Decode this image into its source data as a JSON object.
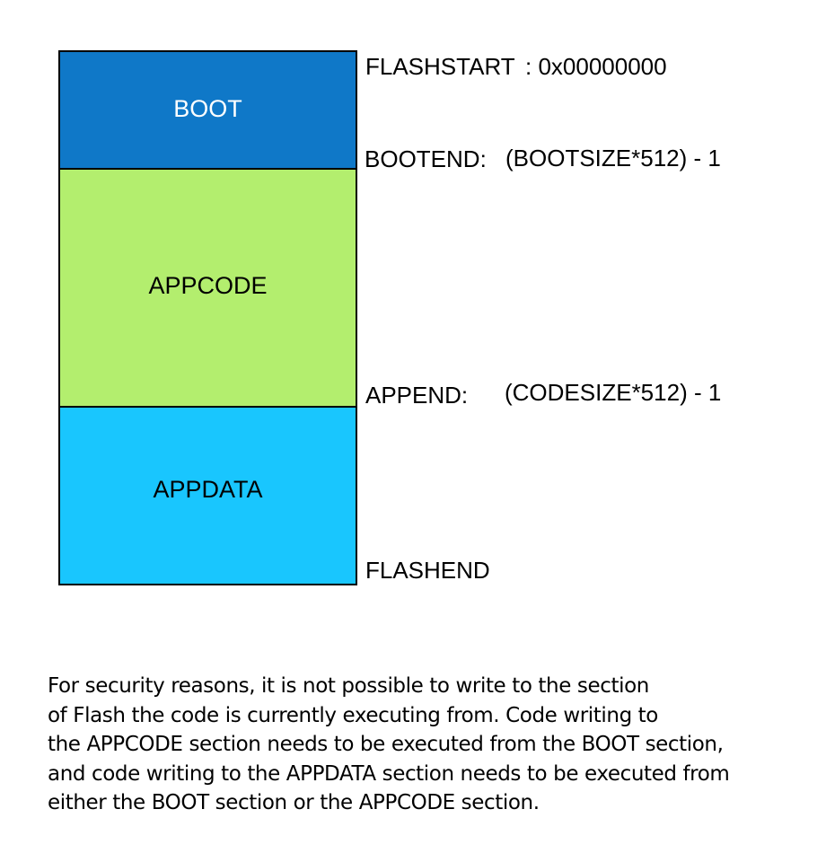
{
  "blocks": {
    "boot": "BOOT",
    "appcode": "APPCODE",
    "appdata": "APPDATA"
  },
  "addresses": {
    "flashstart_label": "FLASHSTART",
    "flashstart_value": ": 0x00000000",
    "bootend_label": "BOOTEND:",
    "bootend_value": "(BOOTSIZE*512) - 1",
    "append_label": "APPEND:",
    "append_value": "(CODESIZE*512) - 1",
    "flashend_label": "FLASHEND"
  },
  "note": {
    "lines": [
      "For security reasons, it is not possible to write to the section",
      "of Flash the code is currently executing from. Code writing to",
      "the APPCODE section needs to be executed from the BOOT section,",
      "and code writing to the APPDATA section needs to be executed from",
      "either the BOOT section or the APPCODE section."
    ]
  },
  "colors": {
    "boot": "#0f78c8",
    "appcode": "#b3ee6e",
    "appdata": "#19c6fe"
  }
}
